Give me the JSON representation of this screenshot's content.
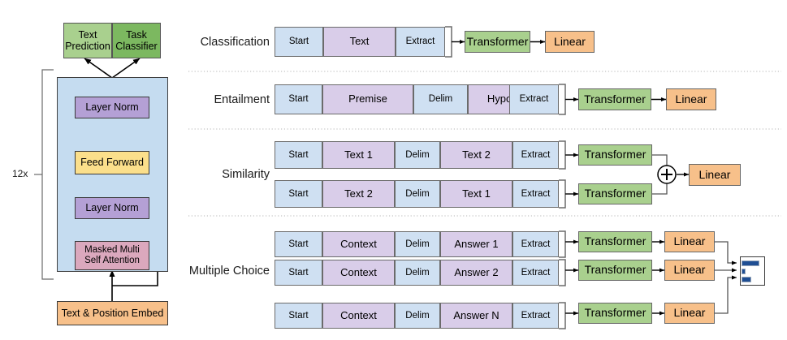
{
  "figure": {
    "title": "Transformer architecture and training objectives / input transformations",
    "colors": {
      "token_blue": "#cfe0f2",
      "token_purple": "#d9cde9",
      "transformer_green": "#a9d08e",
      "linear_orange": "#f7c08a",
      "task_classifier_green": "#7cb860",
      "text_prediction_green": "#a9d08e",
      "layer_norm_violet": "#b4a0d5",
      "feed_forward_yellow": "#fbdf8b",
      "attention_pink": "#dba8bd",
      "block_background_blue": "#c5dcf0",
      "embed_orange": "#f7c08a",
      "bar_blue": "#1f4e93",
      "divider_gray": "#b0b0b0"
    }
  },
  "architecture": {
    "repeat_label": "12x",
    "heads": [
      {
        "label": "Text\nPrediction",
        "line1": "Text",
        "line2": "Prediction"
      },
      {
        "label": "Task\nClassifier",
        "line1": "Task",
        "line2": "Classifier"
      }
    ],
    "layers": [
      {
        "name": "layer-norm-top",
        "label": "Layer Norm"
      },
      {
        "name": "feed-forward",
        "label": "Feed Forward"
      },
      {
        "name": "layer-norm-bottom",
        "label": "Layer Norm"
      },
      {
        "name": "masked-multi-self-attention",
        "line1": "Masked Multi",
        "line2": "Self Attention"
      }
    ],
    "embedding": {
      "label": "Text & Position Embed"
    },
    "residual_symbol": "+"
  },
  "tasks": [
    {
      "name": "classification",
      "label": "Classification",
      "sequences": [
        {
          "tokens": [
            {
              "text": "Start",
              "type": "special"
            },
            {
              "text": "Text",
              "type": "content"
            },
            {
              "text": "Extract",
              "type": "special"
            }
          ]
        }
      ],
      "transformer_label": "Transformer",
      "linear_label": "Linear",
      "transformer_count": 1,
      "linear_count": 1,
      "combiner": null,
      "output": null
    },
    {
      "name": "entailment",
      "label": "Entailment",
      "sequences": [
        {
          "tokens": [
            {
              "text": "Start",
              "type": "special"
            },
            {
              "text": "Premise",
              "type": "content"
            },
            {
              "text": "Delim",
              "type": "special"
            },
            {
              "text": "Hypothesis",
              "type": "content"
            },
            {
              "text": "Extract",
              "type": "special"
            }
          ]
        }
      ],
      "transformer_label": "Transformer",
      "linear_label": "Linear",
      "transformer_count": 1,
      "linear_count": 1,
      "combiner": null,
      "output": null
    },
    {
      "name": "similarity",
      "label": "Similarity",
      "sequences": [
        {
          "tokens": [
            {
              "text": "Start",
              "type": "special"
            },
            {
              "text": "Text 1",
              "type": "content"
            },
            {
              "text": "Delim",
              "type": "special"
            },
            {
              "text": "Text 2",
              "type": "content"
            },
            {
              "text": "Extract",
              "type": "special"
            }
          ]
        },
        {
          "tokens": [
            {
              "text": "Start",
              "type": "special"
            },
            {
              "text": "Text 2",
              "type": "content"
            },
            {
              "text": "Delim",
              "type": "special"
            },
            {
              "text": "Text 1",
              "type": "content"
            },
            {
              "text": "Extract",
              "type": "special"
            }
          ]
        }
      ],
      "transformer_label": "Transformer",
      "linear_label": "Linear",
      "transformer_count": 2,
      "linear_count": 1,
      "combiner": "+",
      "output": null
    },
    {
      "name": "multiple-choice",
      "label": "Multiple Choice",
      "sequences": [
        {
          "tokens": [
            {
              "text": "Start",
              "type": "special"
            },
            {
              "text": "Context",
              "type": "content"
            },
            {
              "text": "Delim",
              "type": "special"
            },
            {
              "text": "Answer 1",
              "type": "content"
            },
            {
              "text": "Extract",
              "type": "special"
            }
          ]
        },
        {
          "tokens": [
            {
              "text": "Start",
              "type": "special"
            },
            {
              "text": "Context",
              "type": "content"
            },
            {
              "text": "Delim",
              "type": "special"
            },
            {
              "text": "Answer 2",
              "type": "content"
            },
            {
              "text": "Extract",
              "type": "special"
            }
          ]
        },
        {
          "tokens": [
            {
              "text": "Start",
              "type": "special"
            },
            {
              "text": "Context",
              "type": "content"
            },
            {
              "text": "Delim",
              "type": "special"
            },
            {
              "text": "Answer N",
              "type": "content"
            },
            {
              "text": "Extract",
              "type": "special"
            }
          ]
        }
      ],
      "transformer_label": "Transformer",
      "linear_label": "Linear",
      "transformer_count": 3,
      "linear_count": 3,
      "combiner": null,
      "output": {
        "type": "bar-chart",
        "bars": [
          0.85,
          0.18,
          0.45
        ]
      }
    }
  ]
}
